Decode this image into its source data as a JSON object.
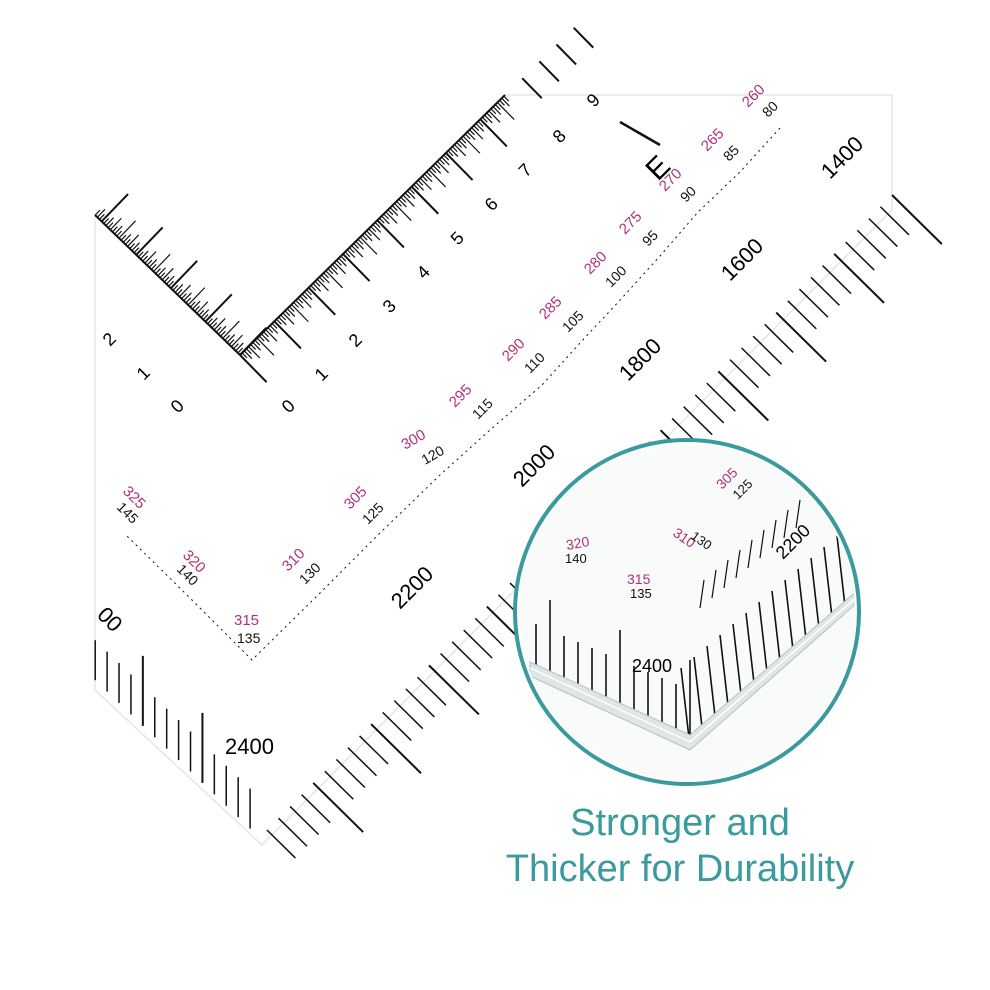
{
  "caption": {
    "line1": "Stronger and",
    "line2": "Thicker for Durability"
  },
  "colors": {
    "ink": "#111111",
    "magenta": "#b0307a",
    "teal": "#3a9a9d"
  },
  "inch_ruler": {
    "horizontal_labels": [
      "0",
      "1",
      "2",
      "3",
      "4",
      "5",
      "6",
      "7",
      "8",
      "9"
    ],
    "vertical_labels": [
      "0",
      "1",
      "2"
    ]
  },
  "inch_mark": "E",
  "curve_pairs": [
    {
      "magenta": "260",
      "black": "80"
    },
    {
      "magenta": "265",
      "black": "85"
    },
    {
      "magenta": "270",
      "black": "90"
    },
    {
      "magenta": "275",
      "black": "95"
    },
    {
      "magenta": "280",
      "black": "100"
    },
    {
      "magenta": "285",
      "black": "105"
    },
    {
      "magenta": "290",
      "black": "110"
    },
    {
      "magenta": "295",
      "black": "115"
    },
    {
      "magenta": "300",
      "black": "120"
    },
    {
      "magenta": "305",
      "black": "125"
    },
    {
      "magenta": "310",
      "black": "130"
    },
    {
      "magenta": "315",
      "black": "135"
    },
    {
      "magenta": "320",
      "black": "140"
    },
    {
      "magenta": "325",
      "black": "145"
    }
  ],
  "mm_labels": [
    "1400",
    "1600",
    "1800",
    "2000",
    "2200",
    "2400",
    "00"
  ],
  "zoom": {
    "pairs": [
      {
        "magenta": "305",
        "black": "125"
      },
      {
        "magenta": "310",
        "black": "130"
      },
      {
        "magenta": "315",
        "black": "135"
      },
      {
        "magenta": "320",
        "black": "140"
      }
    ],
    "mm_labels": [
      "2200",
      "2400"
    ]
  }
}
